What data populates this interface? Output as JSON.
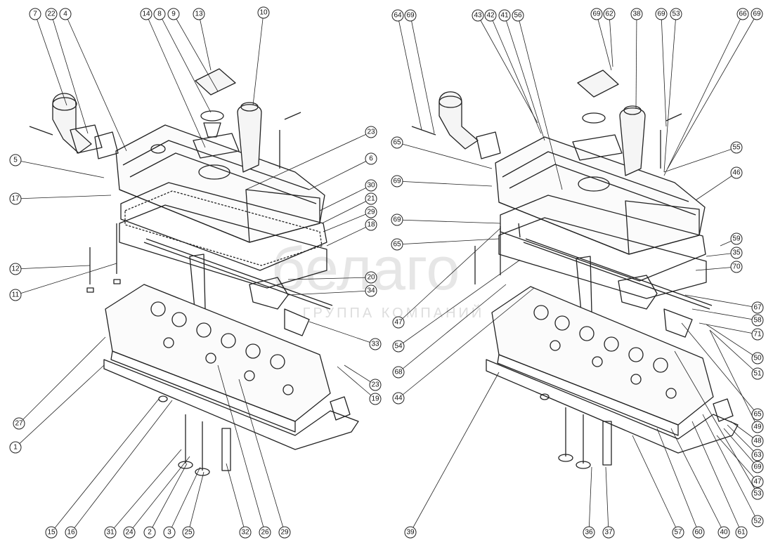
{
  "watermark": {
    "brand": "белаго",
    "tagline": "ГРУППА КОМПАНИЙ"
  },
  "left_assembly": {
    "callouts": [
      {
        "label": "7"
      },
      {
        "label": "22"
      },
      {
        "label": "4"
      },
      {
        "label": "14"
      },
      {
        "label": "8"
      },
      {
        "label": "9"
      },
      {
        "label": "13"
      },
      {
        "label": "10"
      },
      {
        "label": "5"
      },
      {
        "label": "17"
      },
      {
        "label": "23"
      },
      {
        "label": "6"
      },
      {
        "label": "30"
      },
      {
        "label": "21"
      },
      {
        "label": "29"
      },
      {
        "label": "18"
      },
      {
        "label": "12"
      },
      {
        "label": "11"
      },
      {
        "label": "20"
      },
      {
        "label": "34"
      },
      {
        "label": "33"
      },
      {
        "label": "23"
      },
      {
        "label": "19"
      },
      {
        "label": "27"
      },
      {
        "label": "1"
      },
      {
        "label": "15"
      },
      {
        "label": "16"
      },
      {
        "label": "31"
      },
      {
        "label": "24"
      },
      {
        "label": "2"
      },
      {
        "label": "3"
      },
      {
        "label": "25"
      },
      {
        "label": "32"
      },
      {
        "label": "26"
      },
      {
        "label": "29"
      }
    ]
  },
  "right_assembly": {
    "callouts": [
      {
        "label": "64"
      },
      {
        "label": "69"
      },
      {
        "label": "43"
      },
      {
        "label": "42"
      },
      {
        "label": "41"
      },
      {
        "label": "56"
      },
      {
        "label": "69"
      },
      {
        "label": "62"
      },
      {
        "label": "38"
      },
      {
        "label": "69"
      },
      {
        "label": "53"
      },
      {
        "label": "66"
      },
      {
        "label": "69"
      },
      {
        "label": "65"
      },
      {
        "label": "55"
      },
      {
        "label": "69"
      },
      {
        "label": "46"
      },
      {
        "label": "69"
      },
      {
        "label": "65"
      },
      {
        "label": "59"
      },
      {
        "label": "35"
      },
      {
        "label": "70"
      },
      {
        "label": "67"
      },
      {
        "label": "58"
      },
      {
        "label": "71"
      },
      {
        "label": "47"
      },
      {
        "label": "54"
      },
      {
        "label": "50"
      },
      {
        "label": "51"
      },
      {
        "label": "68"
      },
      {
        "label": "44"
      },
      {
        "label": "65"
      },
      {
        "label": "49"
      },
      {
        "label": "48"
      },
      {
        "label": "63"
      },
      {
        "label": "69"
      },
      {
        "label": "47"
      },
      {
        "label": "53"
      },
      {
        "label": "52"
      },
      {
        "label": "39"
      },
      {
        "label": "36"
      },
      {
        "label": "37"
      },
      {
        "label": "57"
      },
      {
        "label": "60"
      },
      {
        "label": "40"
      },
      {
        "label": "61"
      }
    ]
  }
}
